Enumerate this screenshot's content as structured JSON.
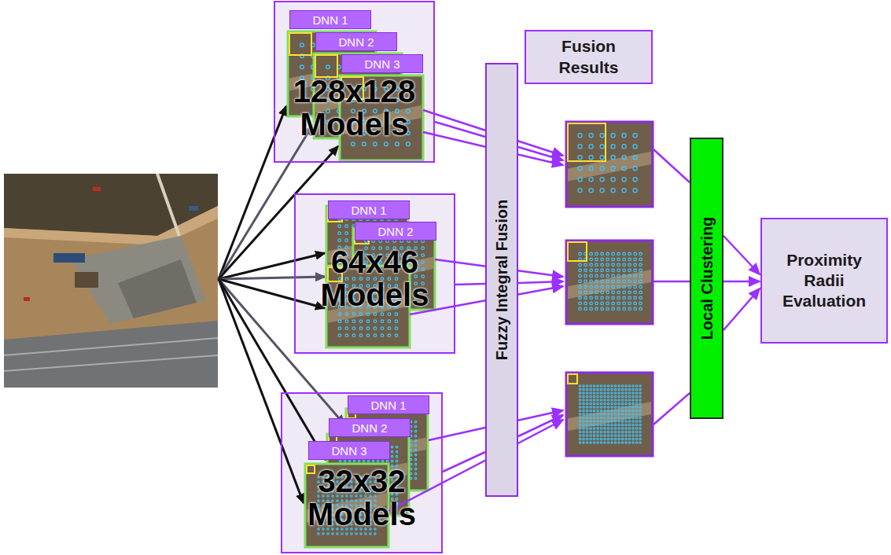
{
  "diagram": {
    "nodes": [
      {
        "text": [
          "128x128 Models"
        ]
      },
      {
        "text": [
          "DNN 1"
        ],
        "in": 0
      },
      {
        "text": [
          "DNN 2"
        ],
        "in": 0
      },
      {
        "text": [
          "DNN 3"
        ],
        "in": 0
      },
      {
        "text": [
          "64x46 Models"
        ]
      },
      {
        "text": [
          "DNN 1"
        ],
        "in": 4
      },
      {
        "text": [
          "DNN 2"
        ],
        "in": 4
      },
      {
        "text": [
          "32x32 Models"
        ]
      },
      {
        "text": [
          "DNN 1"
        ],
        "in": 7
      },
      {
        "text": [
          "DNN 2"
        ],
        "in": 7
      },
      {
        "text": [
          "DNN 3"
        ],
        "in": 7
      },
      {
        "text": [
          "Fuzzy Integral Fusion"
        ]
      },
      {
        "text": [
          "Fusion Results"
        ]
      },
      {
        "text": [
          "Local Clustering"
        ]
      },
      {
        "text": [
          "Proximity Radii Evaluation"
        ]
      }
    ],
    "edges": [
      {
        "from": 0,
        "to": 11,
        "arrow": "none"
      },
      {
        "from": 4,
        "to": 11,
        "arrow": "none"
      },
      {
        "from": 7,
        "to": 11,
        "arrow": "none"
      },
      {
        "from": 13,
        "to": 14,
        "arrow": "to"
      }
    ]
  }
}
